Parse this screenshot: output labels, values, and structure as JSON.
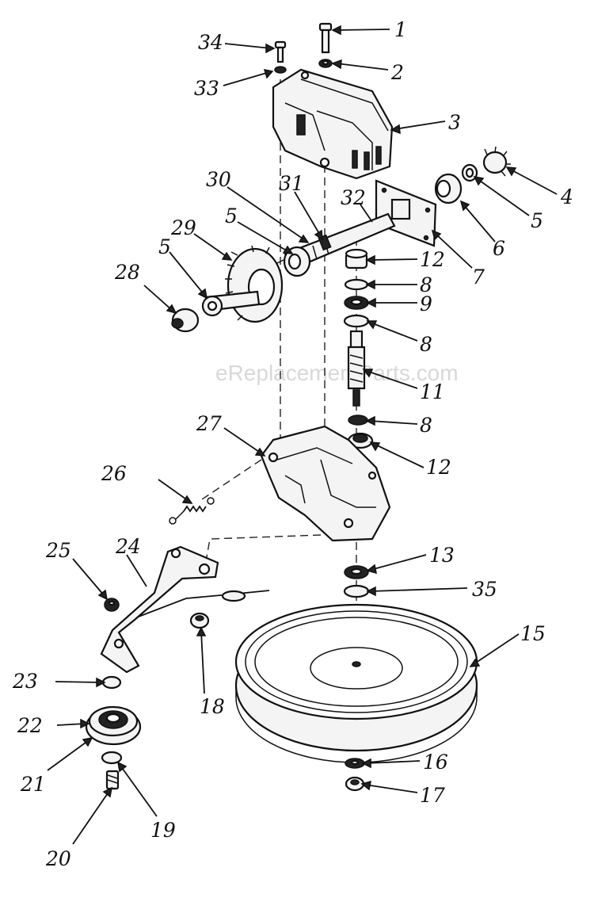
{
  "watermark": "eReplacementParts.com",
  "callouts": [
    {
      "id": "c1",
      "text": "1"
    },
    {
      "id": "c2",
      "text": "2"
    },
    {
      "id": "c3",
      "text": "3"
    },
    {
      "id": "c4",
      "text": "4"
    },
    {
      "id": "c5a",
      "text": "5"
    },
    {
      "id": "c6",
      "text": "6"
    },
    {
      "id": "c7",
      "text": "7"
    },
    {
      "id": "c34",
      "text": "34"
    },
    {
      "id": "c33",
      "text": "33"
    },
    {
      "id": "c30",
      "text": "30"
    },
    {
      "id": "c31",
      "text": "31"
    },
    {
      "id": "c32",
      "text": "32"
    },
    {
      "id": "c5b",
      "text": "5"
    },
    {
      "id": "c29",
      "text": "29"
    },
    {
      "id": "c5c",
      "text": "5"
    },
    {
      "id": "c28",
      "text": "28"
    },
    {
      "id": "c12a",
      "text": "12"
    },
    {
      "id": "c8a",
      "text": "8"
    },
    {
      "id": "c9",
      "text": "9"
    },
    {
      "id": "c8b",
      "text": "8"
    },
    {
      "id": "c11",
      "text": "11"
    },
    {
      "id": "c8c",
      "text": "8"
    },
    {
      "id": "c12b",
      "text": "12"
    },
    {
      "id": "c27",
      "text": "27"
    },
    {
      "id": "c26",
      "text": "26"
    },
    {
      "id": "c25",
      "text": "25"
    },
    {
      "id": "c24",
      "text": "24"
    },
    {
      "id": "c13",
      "text": "13"
    },
    {
      "id": "c35",
      "text": "35"
    },
    {
      "id": "c15",
      "text": "15"
    },
    {
      "id": "c23",
      "text": "23"
    },
    {
      "id": "c18",
      "text": "18"
    },
    {
      "id": "c22",
      "text": "22"
    },
    {
      "id": "c21",
      "text": "21"
    },
    {
      "id": "c16",
      "text": "16"
    },
    {
      "id": "c17",
      "text": "17"
    },
    {
      "id": "c19",
      "text": "19"
    },
    {
      "id": "c20",
      "text": "20"
    }
  ]
}
